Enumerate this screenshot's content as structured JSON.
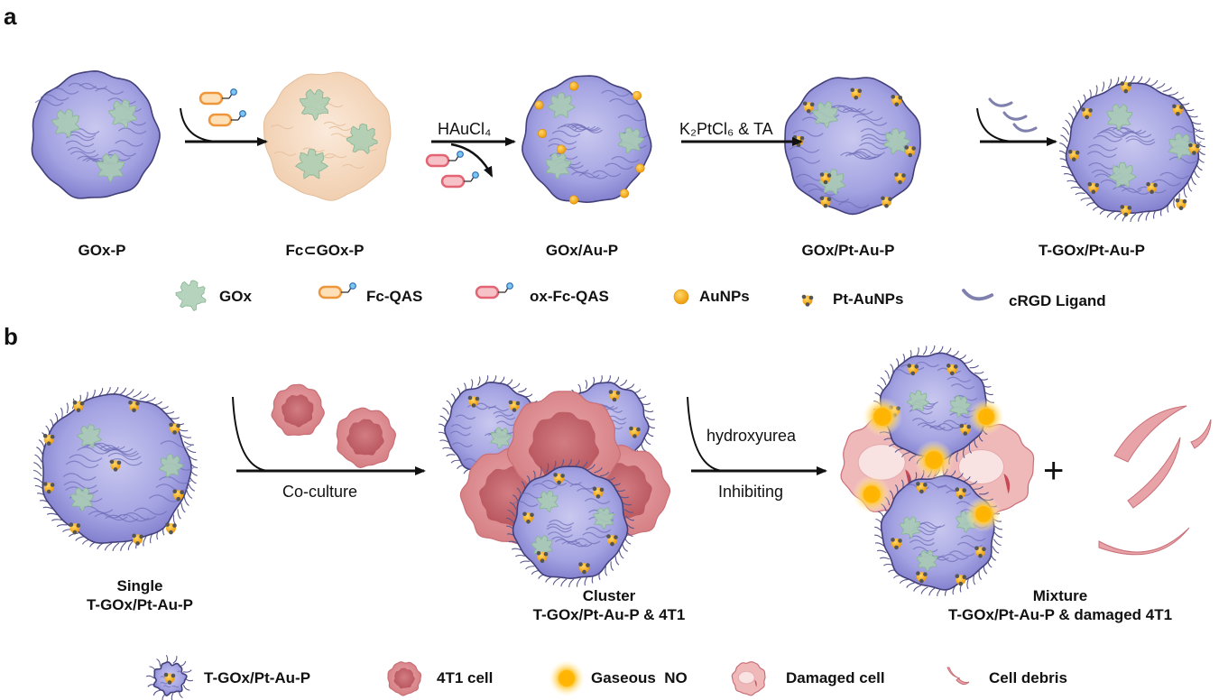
{
  "panels": {
    "a": "a",
    "b": "b"
  },
  "panel_a": {
    "stages": [
      {
        "label": "GOx-P"
      },
      {
        "label": "Fc⊂GOx-P"
      },
      {
        "label": "GOx/Au-P"
      },
      {
        "label": "GOx/Pt-Au-P"
      },
      {
        "label": "T-GOx/Pt-Au-P"
      }
    ],
    "reagents": {
      "haucl4": "HAuCl₄",
      "k2ptcl6": "K₂PtCl₆ & TA"
    },
    "legend": [
      "GOx",
      "Fc-QAS",
      "ox-Fc-QAS",
      "AuNPs",
      "Pt-AuNPs",
      "cRGD Ligand"
    ]
  },
  "panel_b": {
    "single": {
      "line1": "Single",
      "line2": "T-GOx/Pt-Au-P"
    },
    "coculture": "Co-culture",
    "cluster": {
      "line1": "Cluster",
      "line2": "T-GOx/Pt-Au-P & 4T1"
    },
    "hydroxyurea": "hydroxyurea",
    "inhibiting": "Inhibiting",
    "plus": "+",
    "mixture": {
      "line1": "Mixture",
      "line2": "T-GOx/Pt-Au-P & damaged 4T1"
    },
    "legend": [
      "T-GOx/Pt-Au-P",
      "4T1 cell",
      "Gaseous  NO",
      "Damaged cell",
      "Cell debris"
    ]
  },
  "colors": {
    "particle": "#9f9ee0",
    "particle_edge": "#43407a",
    "fc_particle": "#f6dcc4",
    "gox": "#a9cdb2",
    "gold": "#f6b21f",
    "cell": "#d9868a",
    "cell_core": "#c56a70",
    "no_glow": "#ffc53a"
  }
}
